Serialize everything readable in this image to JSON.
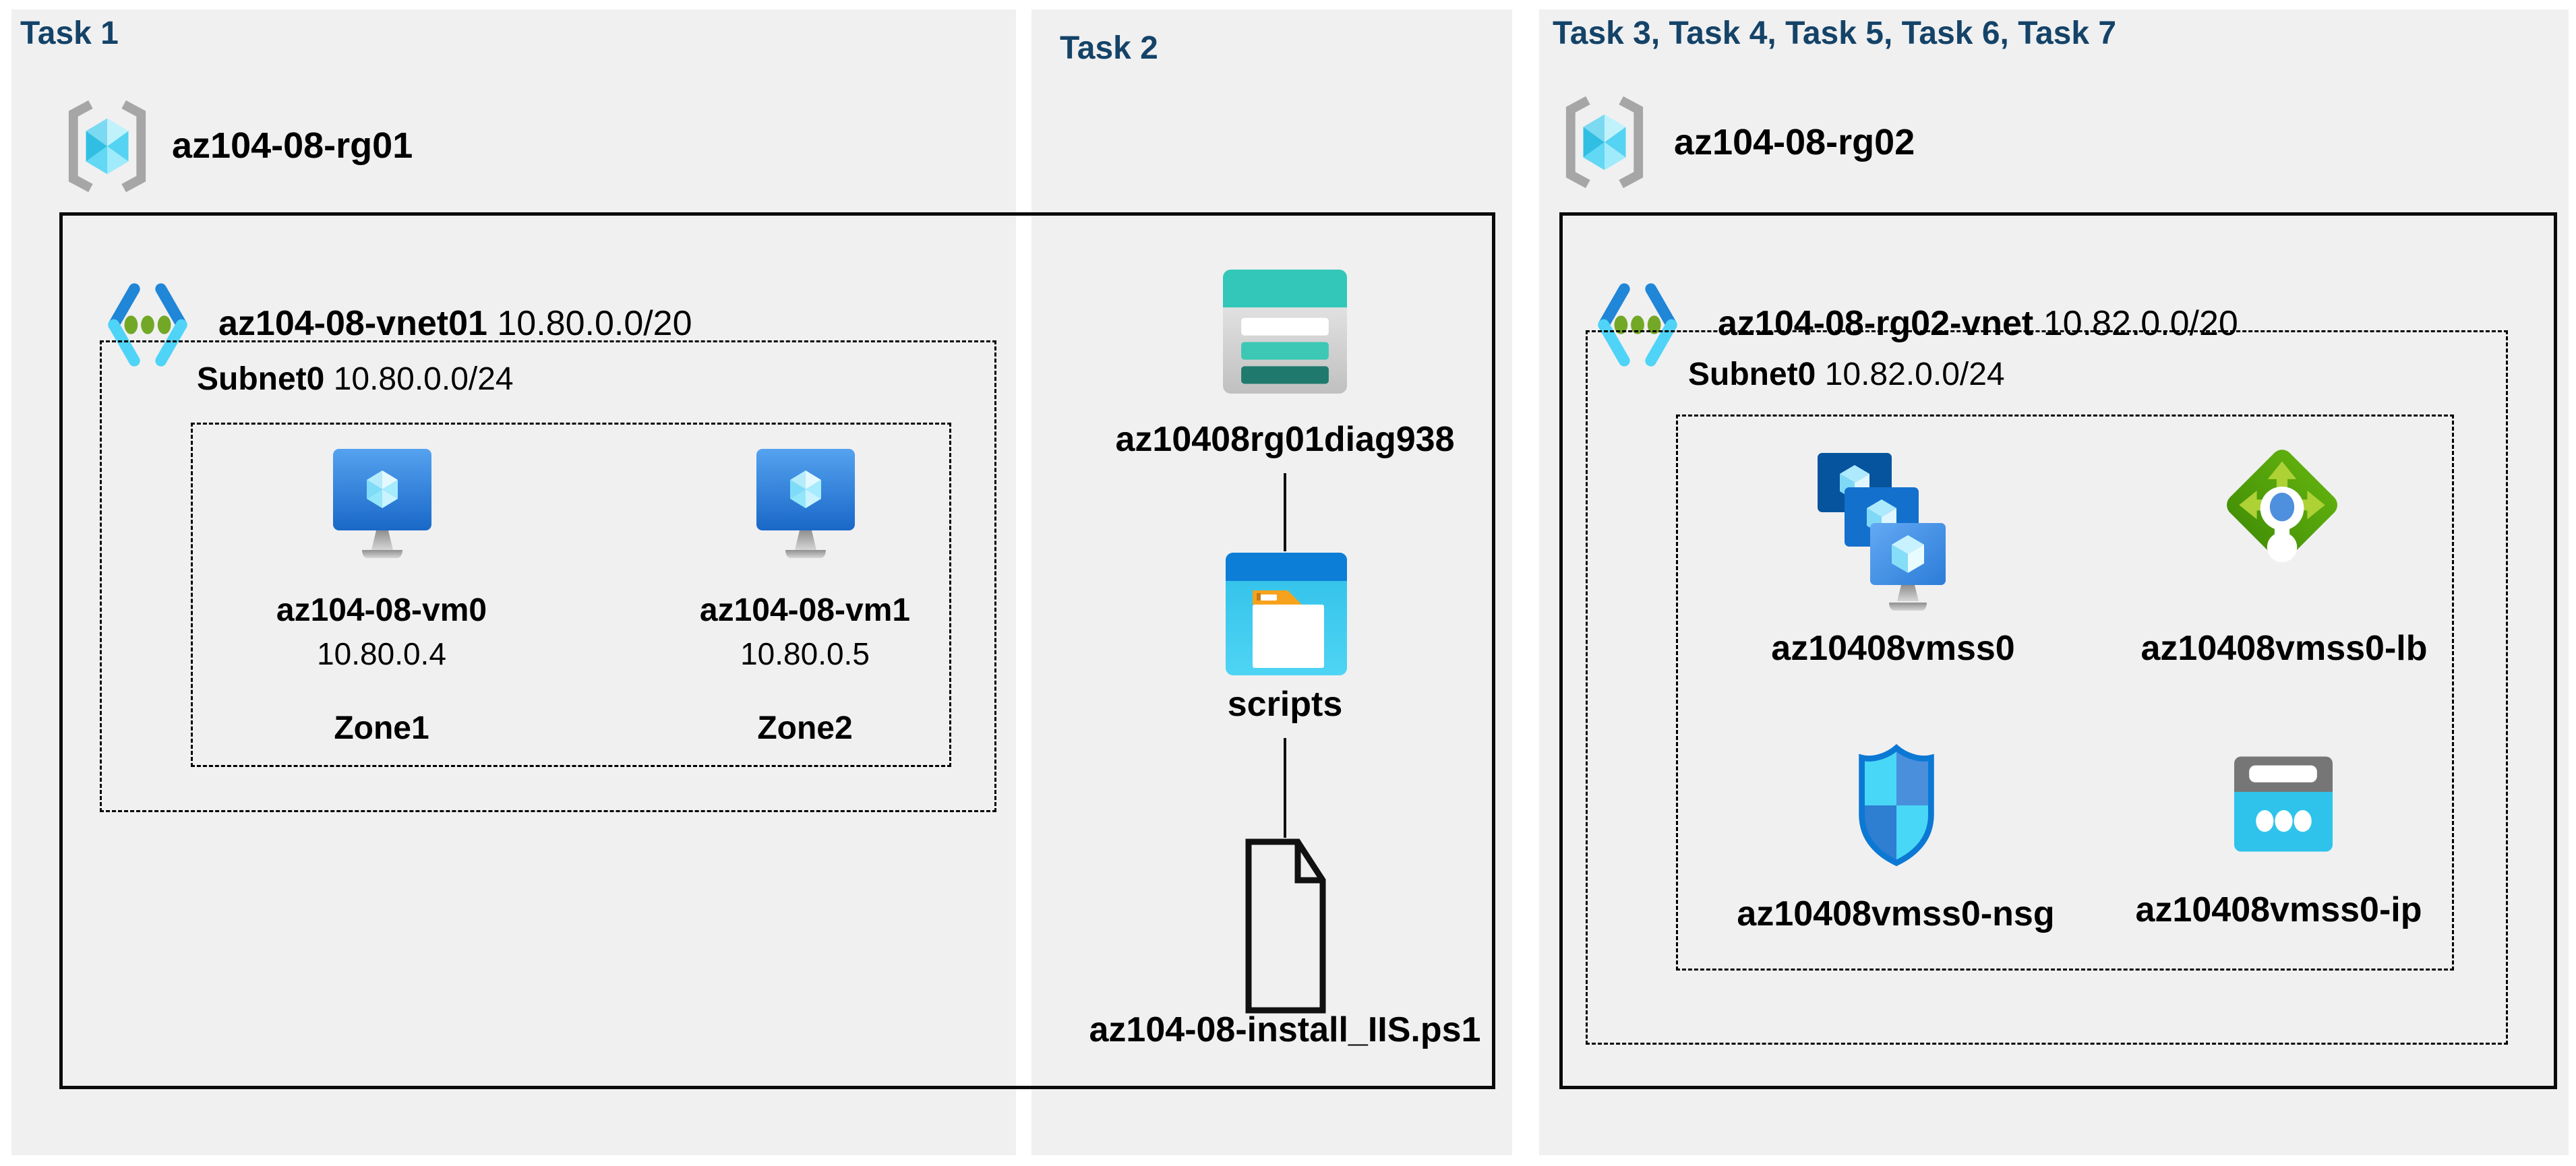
{
  "colors": {
    "page_bg": "#ffffff",
    "panel_bg": "#f0f0f1",
    "task_header": "#154368",
    "line": "#0b0b0b",
    "vnet_blue": "#1f86d8",
    "vnet_cyan": "#4fd4f7",
    "vnet_green": "#72a826",
    "storage_teal": "#32c7b8",
    "storage_dark_teal": "#1f7a6d",
    "blob_header_blue": "#0d7ed8",
    "blob_cyan": "#2ebfe8",
    "folder_orange": "#f7a21c",
    "vm_blue_top": "#55a2ef",
    "vm_blue_bottom": "#1968c8",
    "lb_green": "#5ca80c",
    "lb_arrow_green": "#aed135",
    "lb_dot_blue": "#4e90dd",
    "nsg_border_blue": "#0b78d4",
    "nsg_light_cyan": "#49d7f7",
    "nsg_mid_blue": "#4a8fdc",
    "ip_gray": "#767676",
    "ip_cyan": "#2fc3ec",
    "rg_bracket_gray": "#a6a6a6"
  },
  "panels": {
    "task1": {
      "title": "Task 1"
    },
    "task2": {
      "title": "Task 2"
    },
    "task3": {
      "title": "Task 3, Task 4, Task 5, Task 6, Task 7"
    }
  },
  "resource_groups": {
    "rg1": {
      "name": "az104-08-rg01",
      "icon": "resource-group-icon"
    },
    "rg2": {
      "name": "az104-08-rg02",
      "icon": "resource-group-icon"
    }
  },
  "vnets": {
    "vnet1": {
      "name": "az104-08-vnet01",
      "cidr": "10.80.0.0/20",
      "icon": "virtual-network-icon"
    },
    "vnet2": {
      "name": "az104-08-rg02-vnet",
      "cidr": "10.82.0.0/20",
      "icon": "virtual-network-icon"
    }
  },
  "subnets": {
    "subnet1": {
      "name": "Subnet0",
      "cidr": "10.80.0.0/24"
    },
    "subnet2": {
      "name": "Subnet0",
      "cidr": "10.82.0.0/24"
    }
  },
  "vms": [
    {
      "name": "az104-08-vm0",
      "ip": "10.80.0.4",
      "zone": "Zone1",
      "icon": "virtual-machine-icon"
    },
    {
      "name": "az104-08-vm1",
      "ip": "10.80.0.5",
      "zone": "Zone2",
      "icon": "virtual-machine-icon"
    }
  ],
  "storage": {
    "account": {
      "name": "az10408rg01diag938",
      "icon": "storage-account-icon"
    },
    "container": {
      "name": "scripts",
      "icon": "blob-container-icon"
    },
    "file": {
      "name": "az104-08-install_IIS.ps1",
      "icon": "script-file-icon"
    }
  },
  "vmss_resources": {
    "vmss": {
      "name": "az10408vmss0",
      "icon": "vm-scale-set-icon"
    },
    "lb": {
      "name": "az10408vmss0-lb",
      "icon": "load-balancer-icon"
    },
    "nsg": {
      "name": "az10408vmss0-nsg",
      "icon": "network-security-group-icon"
    },
    "pip": {
      "name": "az10408vmss0-ip",
      "icon": "public-ip-icon"
    }
  }
}
